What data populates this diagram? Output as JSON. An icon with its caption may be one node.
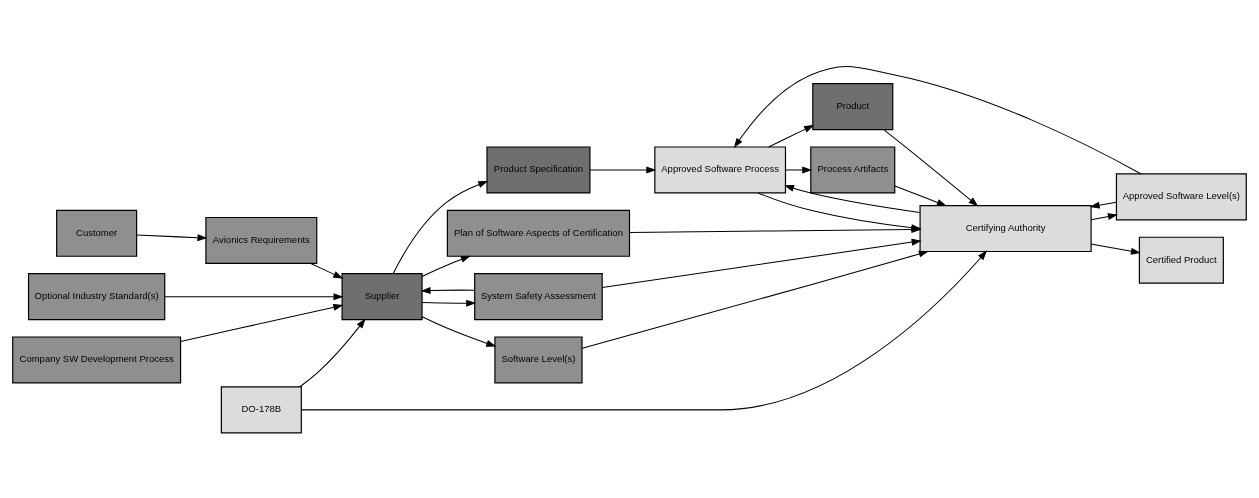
{
  "diagram": {
    "nodes": [
      {
        "text": [
          "Customer"
        ]
      },
      {
        "text": [
          "Avionics Requirements"
        ]
      },
      {
        "text": [
          "Product Specification"
        ]
      },
      {
        "text": [
          "Product"
        ]
      },
      {
        "text": [
          "Certified Product"
        ]
      },
      {
        "text": [
          "Optional Industry Standard(s)"
        ]
      },
      {
        "text": [
          "Supplier"
        ]
      },
      {
        "text": [
          "Plan of Software Aspects of Certification"
        ]
      },
      {
        "text": [
          "Approved Software Process"
        ]
      },
      {
        "text": [
          "Process Artifacts"
        ]
      },
      {
        "text": [
          "Company SW Development Process"
        ]
      },
      {
        "text": [
          "System Safety Assessment"
        ]
      },
      {
        "text": [
          "Software Level(s)"
        ]
      },
      {
        "text": [
          "Approved Software Level(s)"
        ]
      },
      {
        "text": [
          "DO-178B"
        ]
      },
      {
        "text": [
          "Certifying Authority"
        ]
      }
    ],
    "edges": [
      {
        "from": 0,
        "to": 1,
        "arrow": "to"
      },
      {
        "from": 1,
        "to": 6,
        "arrow": "to"
      },
      {
        "from": 5,
        "to": 6,
        "arrow": "to"
      },
      {
        "from": 10,
        "to": 6,
        "arrow": "to"
      },
      {
        "from": 6,
        "to": 2,
        "arrow": "to"
      },
      {
        "from": 6,
        "to": 7,
        "arrow": "to"
      },
      {
        "from": 6,
        "to": 12,
        "arrow": "to"
      },
      {
        "from": 6,
        "to": 11,
        "arrow": "to"
      },
      {
        "from": 11,
        "to": 6,
        "arrow": "to"
      },
      {
        "from": 14,
        "to": 6,
        "arrow": "to"
      },
      {
        "from": 14,
        "to": 15,
        "arrow": "to"
      },
      {
        "from": 11,
        "to": 15,
        "arrow": "to"
      },
      {
        "from": 12,
        "to": 15,
        "arrow": "to"
      },
      {
        "from": 7,
        "to": 15,
        "arrow": "to"
      },
      {
        "from": 2,
        "to": 8,
        "arrow": "to"
      },
      {
        "from": 15,
        "to": 8,
        "arrow": "to"
      },
      {
        "from": 8,
        "to": 3,
        "arrow": "to"
      },
      {
        "from": 8,
        "to": 9,
        "arrow": "to"
      },
      {
        "from": 8,
        "to": 15,
        "arrow": "to"
      },
      {
        "from": 13,
        "to": 8,
        "arrow": "to"
      },
      {
        "from": 15,
        "to": 13,
        "arrow": "to"
      },
      {
        "from": 13,
        "to": 15,
        "arrow": "to"
      },
      {
        "from": 9,
        "to": 15,
        "arrow": "to"
      },
      {
        "from": 3,
        "to": 15,
        "arrow": "to"
      },
      {
        "from": 15,
        "to": 4,
        "arrow": "to"
      }
    ]
  }
}
